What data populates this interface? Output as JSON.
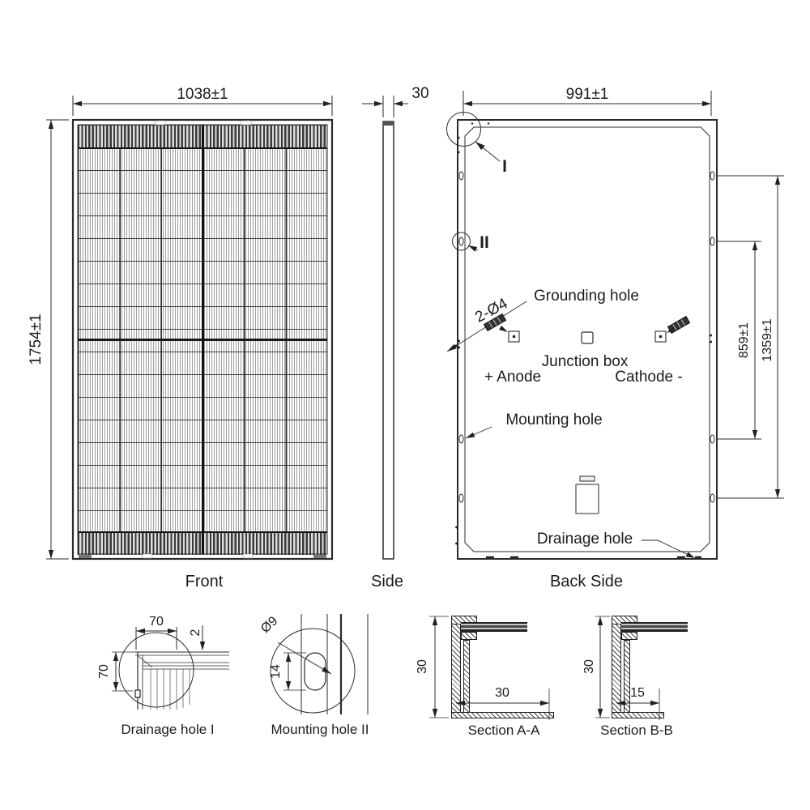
{
  "colors": {
    "line": "#2b2b2b",
    "text": "#1c1c1c",
    "background": "#ffffff"
  },
  "views": {
    "front": {
      "caption": "Front",
      "width_dim": "1038±1",
      "height_dim": "1754±1"
    },
    "side": {
      "caption": "Side",
      "thickness_dim": "30"
    },
    "back": {
      "caption": "Back Side",
      "width_dim": "991±1",
      "mounting_span_dim": "859±1",
      "outer_span_dim": "1359±1",
      "detail_marker_1": "I",
      "detail_marker_2": "II",
      "grounding_hole_label": "Grounding hole",
      "grounding_holes_dim": "2-Ø4",
      "junction_box_label": "Junction box",
      "anode_label": "+ Anode",
      "cathode_label": "Cathode -",
      "mounting_hole_label": "Mounting hole",
      "drainage_hole_label": "Drainage hole"
    }
  },
  "details": {
    "drainage_hole": {
      "caption": "Drainage hole I",
      "width_dim": "70",
      "height_dim": "70",
      "edge_dim": "2"
    },
    "mounting_hole": {
      "caption": "Mounting hole II",
      "diameter_dim": "Ø9",
      "length_dim": "14"
    },
    "section_aa": {
      "caption": "Section A-A",
      "height_dim": "30",
      "flange_dim": "30"
    },
    "section_bb": {
      "caption": "Section B-B",
      "height_dim": "30",
      "flange_dim": "15"
    }
  }
}
